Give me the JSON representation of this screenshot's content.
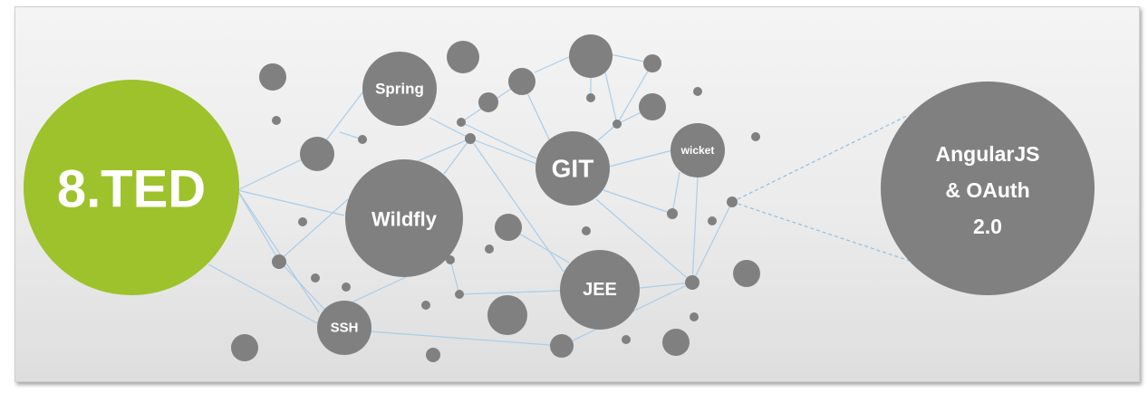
{
  "colors": {
    "accent": "#9dc22b",
    "node": "#808080",
    "edge": "#a9cdea",
    "dashed": "#8fbfe3",
    "label": "#ffffff"
  },
  "labels": {
    "main": "8.TED",
    "spring": "Spring",
    "wildfly": "Wildfly",
    "git": "GIT",
    "wicket": "wicket",
    "jee": "JEE",
    "ssh": "SSH",
    "angular": [
      "AngularJS",
      "& OAuth",
      "2.0"
    ]
  }
}
